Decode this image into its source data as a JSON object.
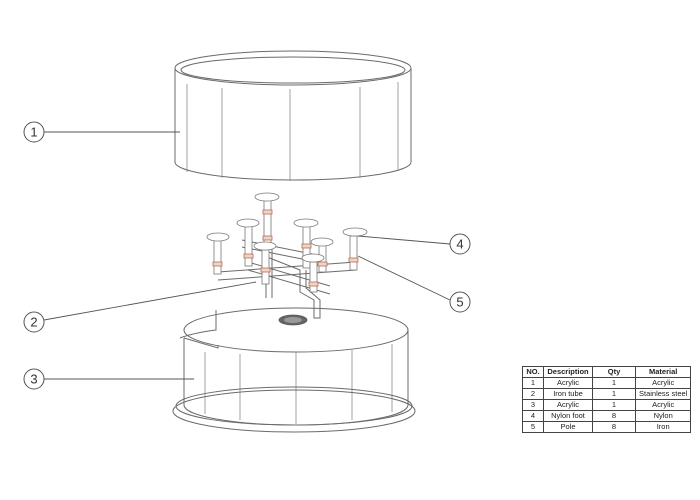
{
  "callouts": [
    "1",
    "2",
    "3",
    "4",
    "5"
  ],
  "table": {
    "headers": [
      "NO.",
      "Description",
      "Qty",
      "Material"
    ],
    "rows": [
      [
        "1",
        "Acrylic",
        "1",
        "Acrylic"
      ],
      [
        "2",
        "Iron tube",
        "1",
        "Stainless steel"
      ],
      [
        "3",
        "Acrylic",
        "1",
        "Acrylic"
      ],
      [
        "4",
        "Nylon foot",
        "8",
        "Nylon"
      ],
      [
        "5",
        "Pole",
        "8",
        "Iron"
      ]
    ]
  },
  "colors": {
    "line": "#6b6b6b",
    "nylon": "#c06a4a",
    "background": "#ffffff"
  }
}
